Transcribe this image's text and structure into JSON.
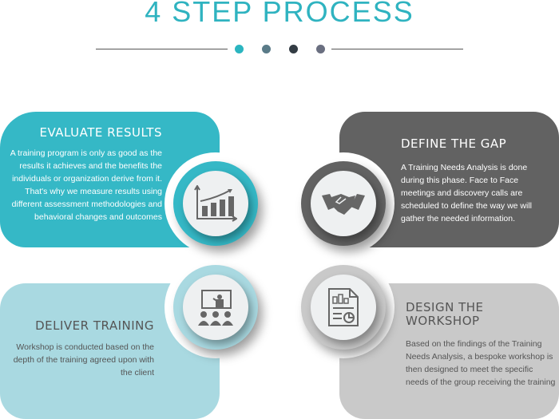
{
  "title": "4 STEP PROCESS",
  "colors": {
    "teal": "#35b8c6",
    "dark_gray": "#626262",
    "light_blue": "#a9d9e1",
    "light_gray": "#c9c9c9",
    "dots": [
      "#2bb5c0",
      "#5a7b88",
      "#333c44",
      "#6a6f80"
    ]
  },
  "steps": [
    {
      "title": "EVALUATE RESULTS",
      "text": "A training program is only as good as the results it achieves and the benefits the individuals or organization derive from it. That's why we measure results using different assessment methodologies and behavioral changes and outcomes",
      "icon": "bar-chart-growth-icon"
    },
    {
      "title": "DEFINE THE GAP",
      "text": "A Training Needs Analysis is done during this phase. Face to Face meetings and discovery calls are scheduled to define the way we will gather the needed information.",
      "icon": "handshake-icon"
    },
    {
      "title": "DELIVER TRAINING",
      "text": "Workshop is conducted based on the depth of the training agreed upon with the client",
      "icon": "presentation-icon"
    },
    {
      "title": "DESIGN THE WORKSHOP",
      "text": "Based on the findings of the Training Needs Analysis, a bespoke workshop is then designed to meet the specific needs of the group receiving the training",
      "icon": "report-document-icon"
    }
  ]
}
